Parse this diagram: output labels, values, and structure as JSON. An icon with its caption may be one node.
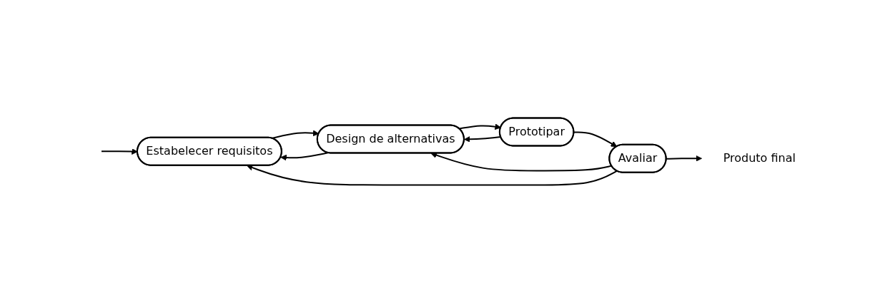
{
  "diagram": {
    "nodes": [
      {
        "text": [
          "Estabelecer requisitos"
        ]
      },
      {
        "text": [
          "Design de alternativas"
        ]
      },
      {
        "text": [
          "Avaliar"
        ]
      },
      {
        "text": [
          "Prototipar"
        ]
      },
      {
        "text": [
          "Produto final"
        ]
      }
    ],
    "edges": [
      {
        "from": null,
        "to": 0,
        "arrow": "to"
      },
      {
        "from": 0,
        "to": 1,
        "arrow": "to"
      },
      {
        "from": 1,
        "to": 0,
        "arrow": "to"
      },
      {
        "from": 2,
        "to": 0,
        "arrow": "to"
      },
      {
        "from": 2,
        "to": 1,
        "arrow": "to"
      },
      {
        "from": 3,
        "to": 1,
        "arrow": "to"
      },
      {
        "from": 1,
        "to": 3,
        "arrow": "to"
      },
      {
        "from": 3,
        "to": 2,
        "arrow": "to"
      },
      {
        "from": 2,
        "to": 4,
        "arrow": "to"
      }
    ]
  }
}
